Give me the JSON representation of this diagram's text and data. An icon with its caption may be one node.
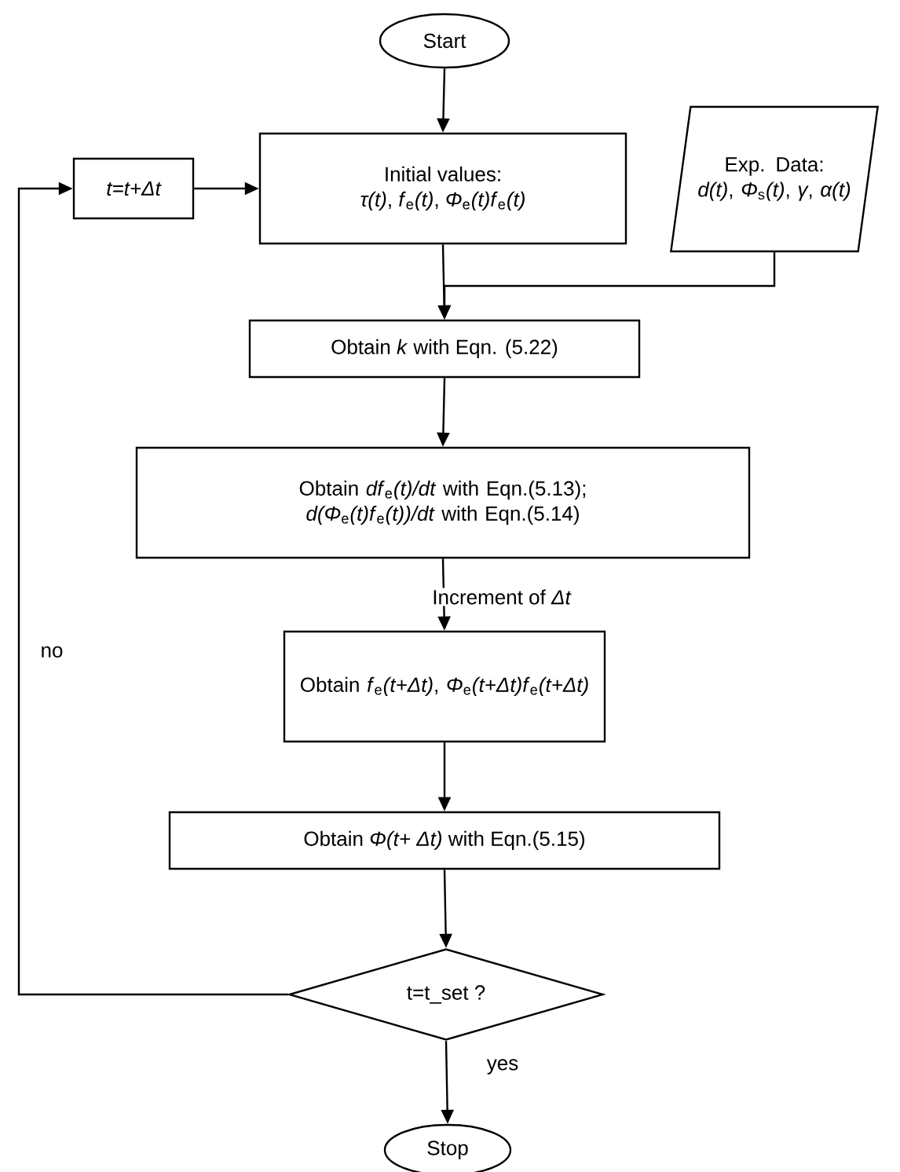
{
  "diagram": {
    "nodes": [
      {
        "text": [
          "Start"
        ]
      },
      {
        "text": [
          "t=t+Δt"
        ]
      },
      {
        "text": [
          "Initial values:",
          "*τ(t)*, *f*$_{e}$*(t)*, *Φ*$_{e}$*(t)f*$_{e}$*(t)*"
        ]
      },
      {
        "text": [
          "Exp. Data:",
          "*d(t)*, *Φ*$_{s}$*(t)*, *γ*, *α(t)*"
        ]
      },
      {
        "text": [
          "Obtain *k* with Eqn. (5.22)"
        ]
      },
      {
        "text": [
          "Obtain *df*$_{e}$*(t)/dt* with Eqn.(5.13); *d(Φ*$_{e}$*(t)f*$_{e}$*(t))/dt* with Eqn.(5.14)"
        ]
      },
      {
        "text": [
          "Obtain *f*$_{e}$*(t+Δt)*, *Φ*$_{e}$*(t+Δt)f*$_{e}$*(t+Δt)*"
        ]
      },
      {
        "text": [
          "Obtain *Φ(t+ Δt)* with Eqn.(5.15)"
        ]
      },
      {
        "text": [
          "t=t_set ?"
        ]
      },
      {
        "text": [
          "Stop"
        ]
      }
    ],
    "edges": [
      {
        "from": 0,
        "to": 2,
        "arrow": "to"
      },
      {
        "from": 1,
        "to": 2,
        "arrow": "to"
      },
      {
        "from": 2,
        "to": 4,
        "arrow": "to"
      },
      {
        "from": 3,
        "to": 4,
        "arrow": "to"
      },
      {
        "from": 4,
        "to": 5,
        "arrow": "to"
      },
      {
        "from": 5,
        "to": 6,
        "arrow": "to",
        "label": "Increment of *Δt*"
      },
      {
        "from": 6,
        "to": 7,
        "arrow": "to"
      },
      {
        "from": 7,
        "to": 8,
        "arrow": "to"
      },
      {
        "from": 8,
        "to": 9,
        "arrow": "to",
        "label": "yes"
      },
      {
        "from": 8,
        "to": 1,
        "arrow": "to",
        "label": "no"
      }
    ]
  }
}
